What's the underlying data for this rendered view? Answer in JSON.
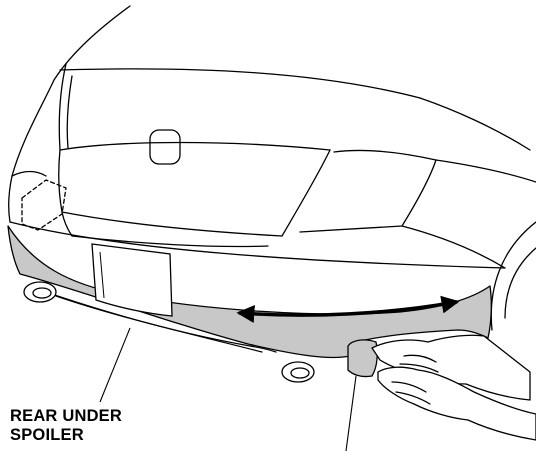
{
  "figure": {
    "subject": "car rear bumper with rear under spoiler being removed by hand",
    "callouts": {
      "rear_under_spoiler": {
        "line1": "REAR UNDER",
        "line2": "SPOILER"
      }
    },
    "colors": {
      "line": "#000000",
      "spoiler_fill": "#c8c8c8",
      "background": "#ffffff"
    },
    "icons": [
      "double-headed-arrow",
      "hand-illustration",
      "spoiler-clip"
    ]
  }
}
